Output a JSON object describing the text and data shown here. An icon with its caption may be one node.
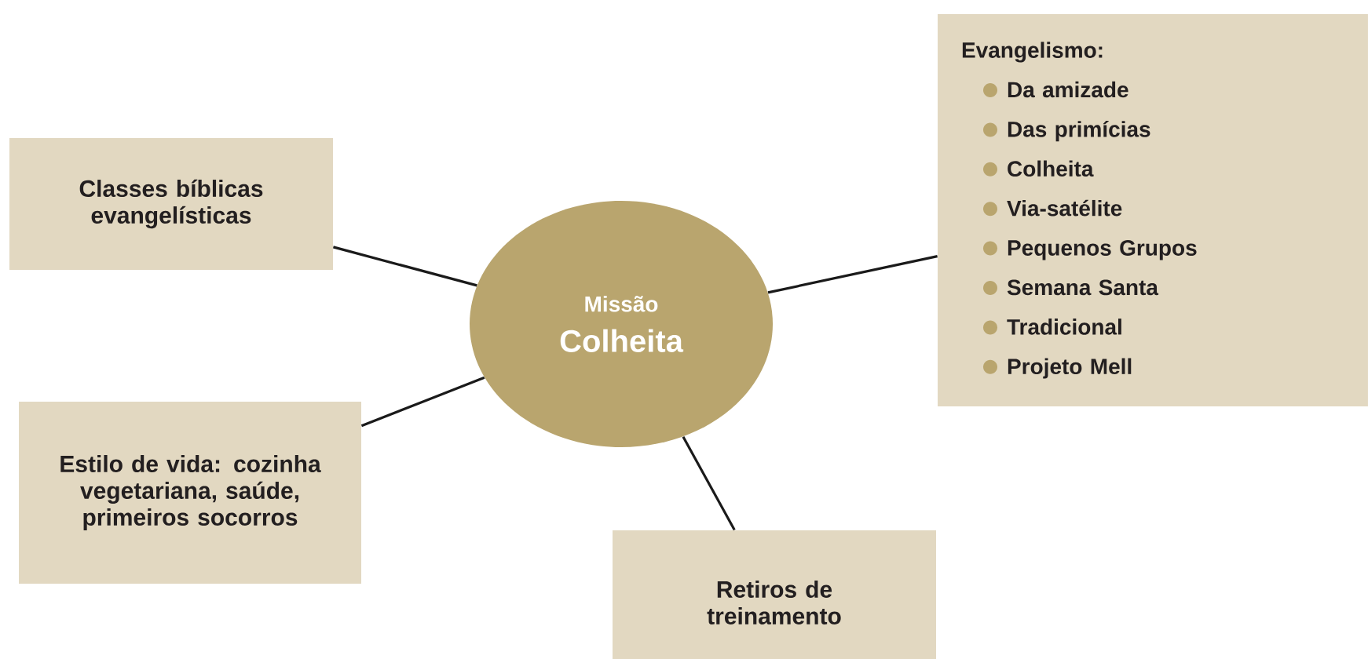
{
  "diagram": {
    "nodes": [
      {
        "text": [
          "Missão",
          "Colheita"
        ]
      },
      {
        "text": [
          "Classes bíblicas evangelísticas"
        ]
      },
      {
        "text": [
          "Estilo de vida: cozinha vegetariana, saúde, primeiros socorros"
        ]
      },
      {
        "text": [
          "Evangelismo:",
          "Da amizade",
          "Das primícias",
          "Colheita",
          "Via-satélite",
          "Pequenos Grupos",
          "Semana Santa",
          "Tradicional",
          "Projeto Mell"
        ]
      },
      {
        "text": [
          "Retiros de treinamento"
        ]
      }
    ],
    "edges": [
      {
        "from": 0,
        "to": 1,
        "arrow": "none"
      },
      {
        "from": 0,
        "to": 2,
        "arrow": "none"
      },
      {
        "from": 0,
        "to": 3,
        "arrow": "none"
      },
      {
        "from": 0,
        "to": 4,
        "arrow": "none"
      }
    ]
  }
}
